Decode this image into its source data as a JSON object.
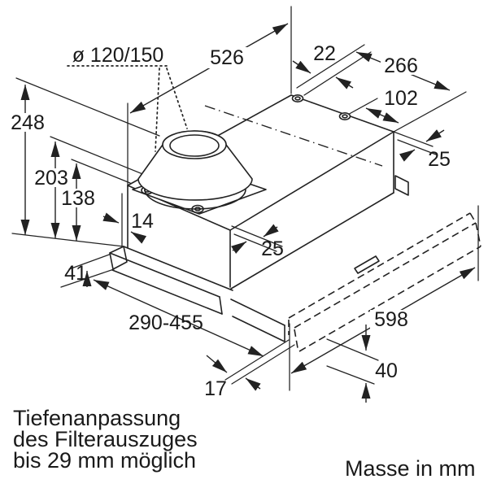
{
  "drawing": {
    "unit_note": "Masse in mm",
    "note_lines": [
      "Tiefenanpassung",
      "des Filterauszuges",
      "bis 29 mm möglich"
    ],
    "dimensions": {
      "duct_diameter": "ø 120/150",
      "top_width": "526",
      "rear_offset": "22",
      "top_depth": "266",
      "duct_position": "102",
      "right_clearance": "25",
      "total_height": "248",
      "body_height": "203",
      "lower_height": "138",
      "side_gap": "14",
      "front_recess": "25",
      "rail_height": "41",
      "depth_range": "290-455",
      "panel_width": "598",
      "panel_offset": "17",
      "panel_height": "40"
    }
  },
  "colors": {
    "line": "#222222",
    "background": "#ffffff"
  }
}
